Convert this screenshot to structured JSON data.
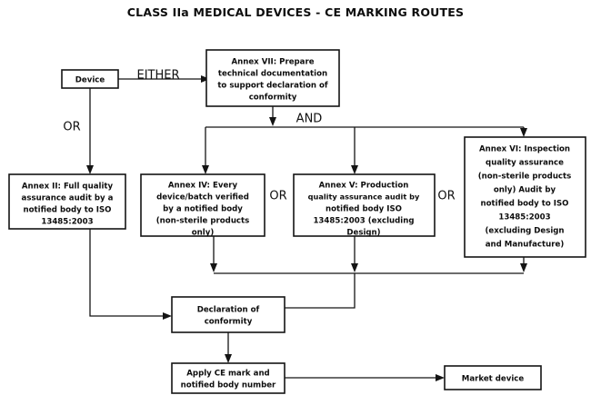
{
  "title": "CLASS IIa MEDICAL DEVICES - CE MARKING ROUTES",
  "colors": {
    "background": "#ffffff",
    "stroke": "#141414",
    "text": "#0d0d0d"
  },
  "nodes": {
    "device": {
      "label": "Device",
      "lines": [
        "Device"
      ]
    },
    "annex_vii": {
      "label": "Annex VII: Prepare technical documentation to support declaration of conformity",
      "lines": [
        "Annex VII: Prepare",
        "technical documentation",
        "to support declaration of",
        "conformity"
      ]
    },
    "annex_ii": {
      "label": "Annex II: Full quality assurance audit by a notified body to ISO 13485:2003",
      "lines": [
        "Annex II: Full quality",
        "assurance audit by a",
        "notified body to ISO",
        "13485:2003"
      ]
    },
    "annex_iv": {
      "label": "Annex IV: Every device/batch verified by a notified body (non-sterile products only)",
      "lines": [
        "Annex IV: Every",
        "device/batch verified",
        "by a notified body",
        "(non-sterile products",
        "only)"
      ]
    },
    "annex_v": {
      "label": "Annex V: Production quality assurance audit by notified body ISO 13485:2003 (excluding Design)",
      "lines": [
        "Annex V: Production",
        "quality assurance audit by",
        "notified body ISO",
        "13485:2003 (excluding",
        "Design)"
      ]
    },
    "annex_vi": {
      "label": "Annex VI: Inspection quality assurance (non-sterile products only) Audit by notified body to ISO 13485:2003 (excluding Design and Manufacture)",
      "lines": [
        "Annex VI: Inspection",
        "quality assurance",
        "(non-sterile products",
        "only) Audit by",
        "notified body to ISO",
        "13485:2003",
        "(excluding Design",
        "and Manufacture)"
      ]
    },
    "declaration": {
      "label": "Declaration of conformity",
      "lines": [
        "Declaration of",
        "conformity"
      ]
    },
    "apply_ce": {
      "label": "Apply CE mark and notified body number",
      "lines": [
        "Apply CE mark and",
        "notified body number"
      ]
    },
    "market": {
      "label": "Market device",
      "lines": [
        "Market device"
      ]
    }
  },
  "connector_labels": {
    "either": "EITHER",
    "or_left": "OR",
    "and": "AND",
    "or_mid": "OR",
    "or_right": "OR"
  }
}
